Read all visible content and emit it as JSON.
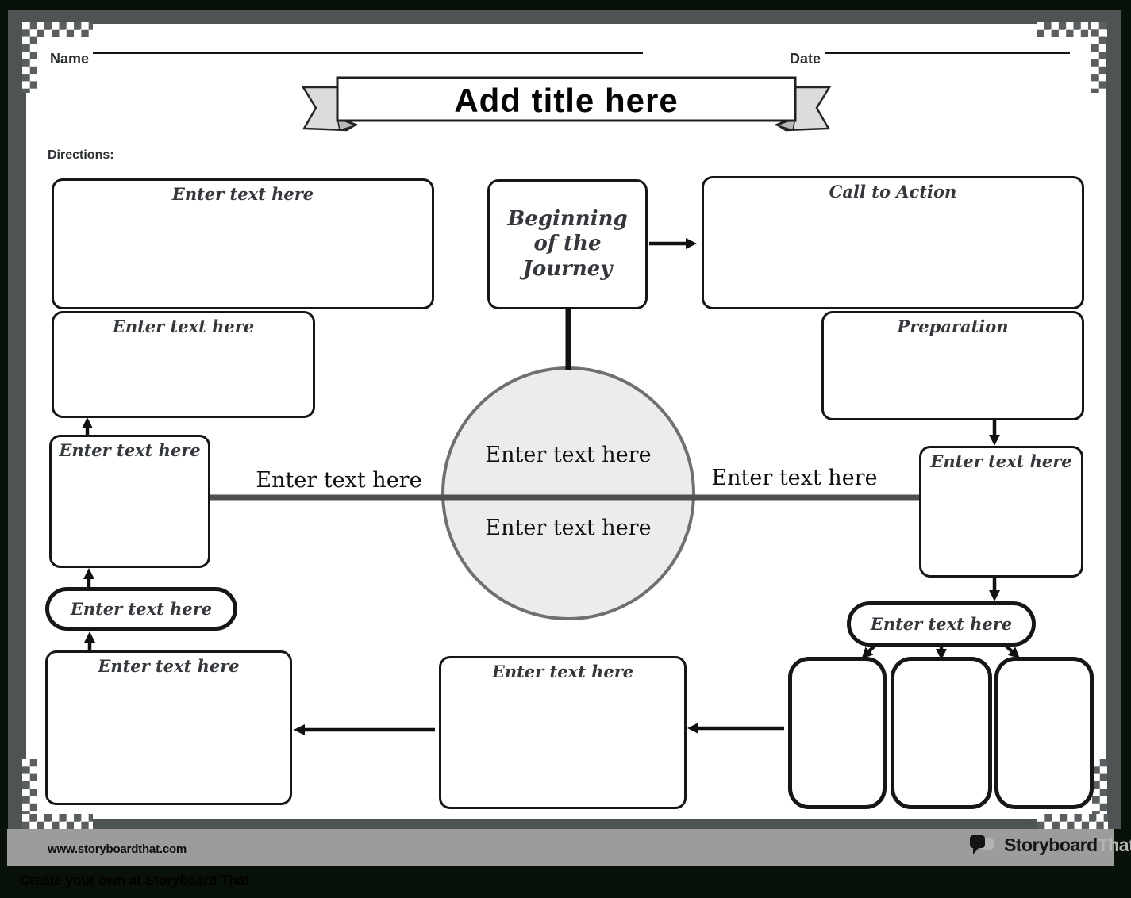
{
  "header": {
    "name_label": "Name",
    "date_label": "Date",
    "title": "Add title here",
    "directions_label": "Directions:"
  },
  "diagram": {
    "top_left_box": "Enter text here",
    "left_second_box": "Enter text here",
    "beginning_box": "Beginning of the Journey",
    "call_to_action_box": "Call to Action",
    "preparation_box": "Preparation",
    "left_small_box": "Enter text here",
    "left_pill": "Enter text here",
    "bottom_left_box": "Enter text here",
    "bottom_center_box": "Enter text here",
    "right_small_box": "Enter text here",
    "right_pill": "Enter text here",
    "circle_top_text": "Enter text here",
    "circle_bottom_text": "Enter text here",
    "left_line_label": "Enter text here",
    "right_line_label": "Enter text here"
  },
  "footer": {
    "website": "www.storyboardthat.com",
    "logo_primary": "Storyboard",
    "logo_secondary": "That",
    "tagline": "Create your own at Storyboard That"
  },
  "colors": {
    "background": "#081108",
    "frame": "#4e5354",
    "checker_gray": "#5a5e60",
    "footer_bar": "#9c9c9c",
    "circle_fill": "#ececec",
    "circle_stroke": "#6f6f6f",
    "connector_gray": "#4f4f4f",
    "banner_tail": "#dcdcdc",
    "ink": "#161616"
  }
}
